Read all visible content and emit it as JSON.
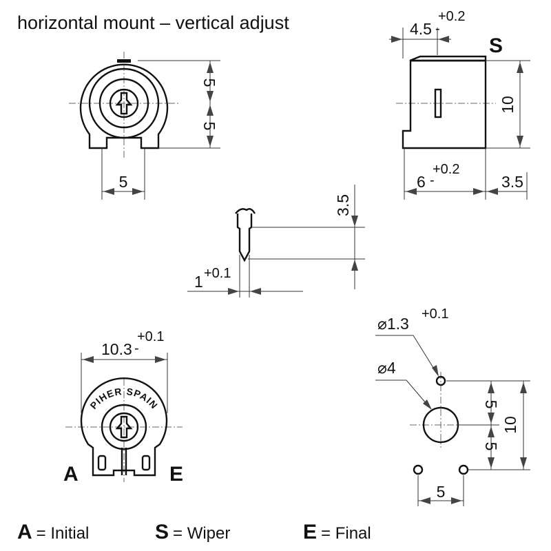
{
  "title": "horizontal mount – vertical adjust",
  "front_view": {
    "dim_top": "5",
    "dim_bottom": "5",
    "dim_width": "5"
  },
  "side_view": {
    "dim_depth": "4.5",
    "dim_depth_tol": "+0.2",
    "dim_depth_tol_minus": "-",
    "terminal_label": "S",
    "dim_height": "10",
    "dim_pin": "6",
    "dim_pin_tol": "+0.2",
    "dim_pin_tol_minus": "-",
    "dim_offset": "3.5"
  },
  "pin_detail": {
    "dim_length": "3.5",
    "dim_width": "1",
    "dim_width_tol": "+0.1"
  },
  "top_view": {
    "dim_diameter": "10.3",
    "dim_tol": "+0.1",
    "dim_tol_minus": "-",
    "marking": "PIHER SPAIN",
    "label_a": "A",
    "label_e": "E"
  },
  "footprint": {
    "hole_small": "⌀1.3",
    "hole_small_tol": "+0.1",
    "hole_big": "⌀4",
    "dim_v1": "5",
    "dim_v2": "5",
    "dim_total": "10",
    "dim_h": "5"
  },
  "legend": [
    {
      "key": "A",
      "text": "= Initial"
    },
    {
      "key": "S",
      "text": "= Wiper"
    },
    {
      "key": "E",
      "text": "= Final"
    }
  ]
}
